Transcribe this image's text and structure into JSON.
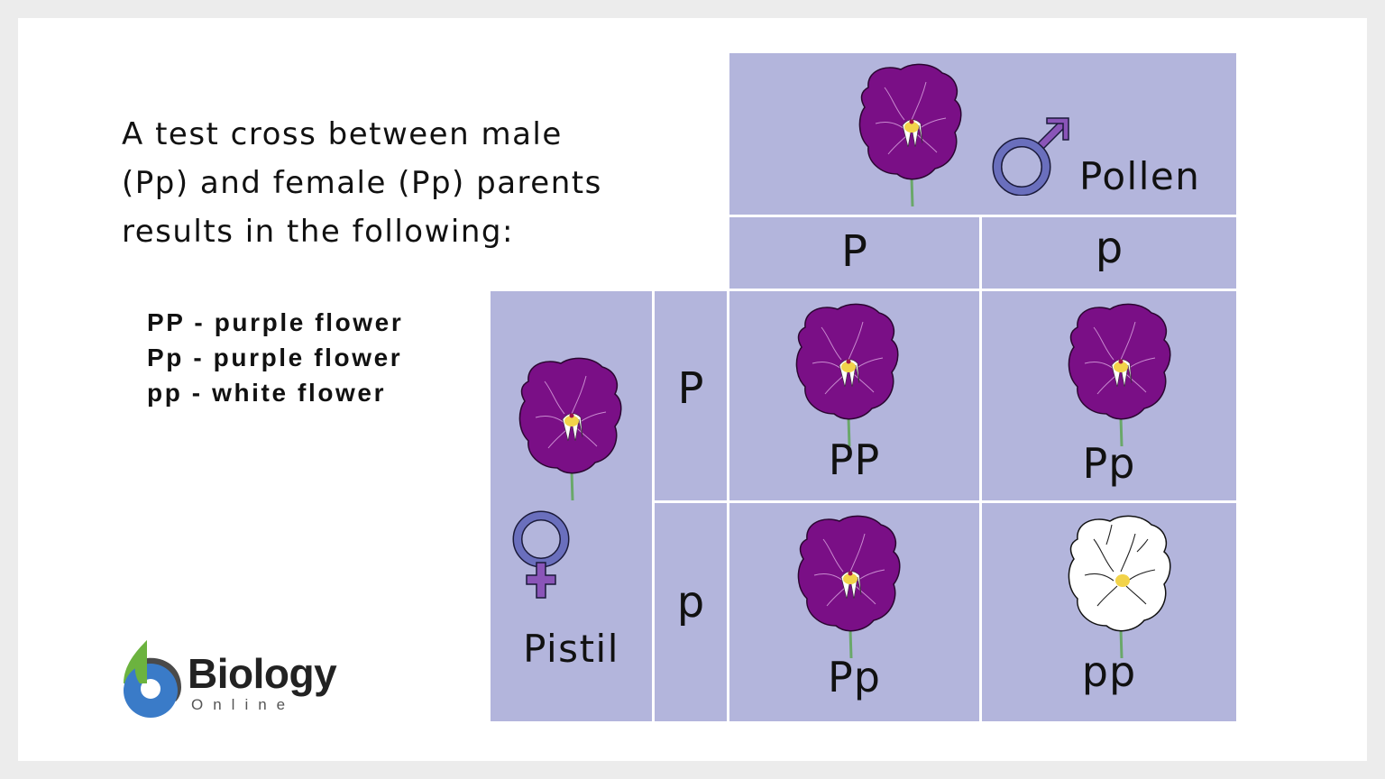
{
  "intro": {
    "line1": "A test cross between male",
    "line2": "(Pp) and female (Pp) parents",
    "line3": "results in the following:"
  },
  "legend": [
    {
      "genotype": "PP",
      "phenotype": "purple flower",
      "text": "PP - purple flower"
    },
    {
      "genotype": "Pp",
      "phenotype": "purple flower",
      "text": "Pp - purple flower"
    },
    {
      "genotype": "pp",
      "phenotype": "white flower",
      "text": "pp - white flower"
    }
  ],
  "logo": {
    "name": "Biology",
    "sub": "Online",
    "colors": {
      "green": "#6cb33f",
      "blue": "#3a7bc8",
      "gray": "#4a4a4a"
    }
  },
  "punnett": {
    "male": {
      "label": "Pollen",
      "symbol": "male-symbol",
      "flower": "purple"
    },
    "female": {
      "label": "Pistil",
      "symbol": "female-symbol",
      "flower": "purple"
    },
    "male_alleles": [
      "P",
      "p"
    ],
    "female_alleles": [
      "P",
      "p"
    ],
    "cells": [
      {
        "genotype": "PP",
        "flower": "purple"
      },
      {
        "genotype": "Pp",
        "flower": "purple"
      },
      {
        "genotype": "Pp",
        "flower": "purple"
      },
      {
        "genotype": "pp",
        "flower": "white"
      }
    ]
  },
  "colors": {
    "cell_bg": "#b3b5dc",
    "purple_petal": "#7a0f86",
    "white_petal": "#ffffff",
    "symbol_blue": "#6a6fbd",
    "symbol_violet": "#8a55b8",
    "page_bg": "#ececec"
  }
}
